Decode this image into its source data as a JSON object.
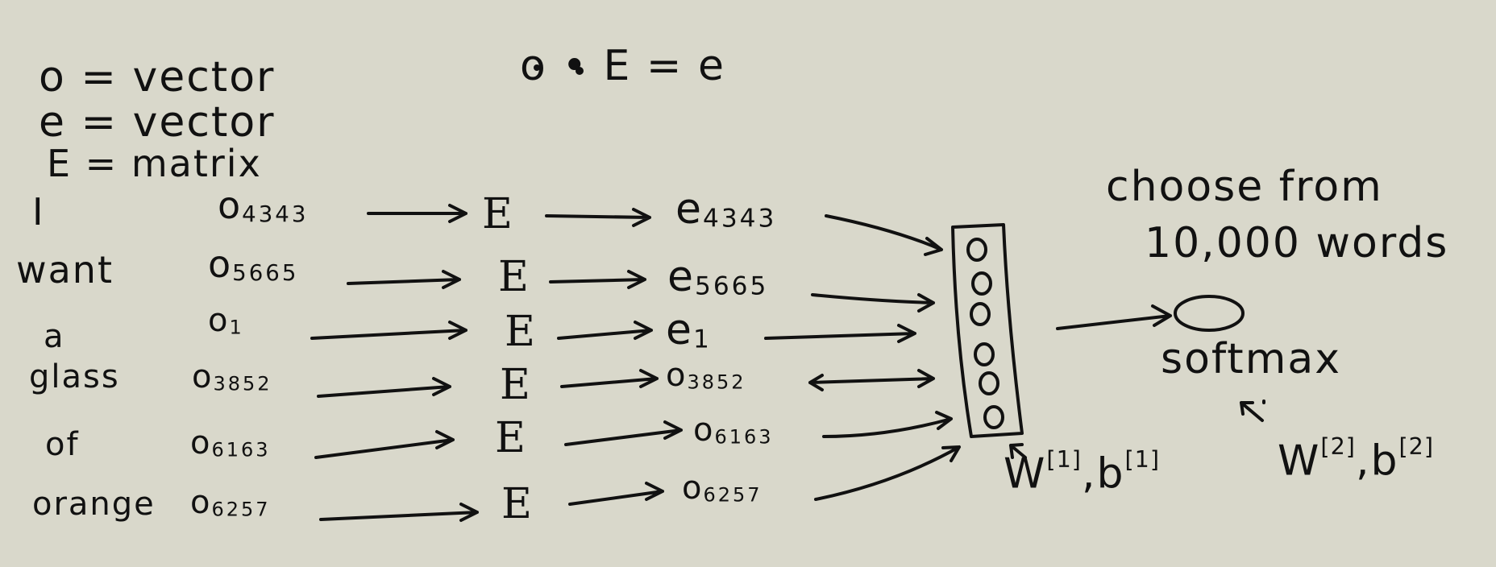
{
  "legend": {
    "o_def": "o = vector",
    "e_def": "e = vector",
    "E_def": "E = matrix",
    "formula": "o • E = e"
  },
  "words": [
    {
      "word": "I",
      "onehot": "o",
      "onehot_index": "4343",
      "matrix": "E",
      "embed": "e",
      "embed_index": "4343"
    },
    {
      "word": "want",
      "onehot": "o",
      "onehot_index": "5665",
      "matrix": "E",
      "embed": "e",
      "embed_index": "5665"
    },
    {
      "word": "a",
      "onehot": "o",
      "onehot_index": "1",
      "matrix": "E",
      "embed": "e",
      "embed_index": "1"
    },
    {
      "word": "glass",
      "onehot": "o",
      "onehot_index": "3852",
      "matrix": "E",
      "embed": "o",
      "embed_index": "3852"
    },
    {
      "word": "of",
      "onehot": "o",
      "onehot_index": "6163",
      "matrix": "E",
      "embed": "o",
      "embed_index": "6163"
    },
    {
      "word": "orange",
      "onehot": "o",
      "onehot_index": "6257",
      "matrix": "E",
      "embed": "o",
      "embed_index": "6257"
    }
  ],
  "hidden_layer": {
    "params_w": "W",
    "params_b": "b",
    "superscript": "[1]"
  },
  "output": {
    "note_line1": "choose from",
    "note_line2": "10,000 words",
    "label": "softmax",
    "params_w": "W",
    "params_b": "b",
    "superscript": "[2]"
  },
  "colors": {
    "background": "#d9d8cb",
    "ink": "#111111"
  }
}
